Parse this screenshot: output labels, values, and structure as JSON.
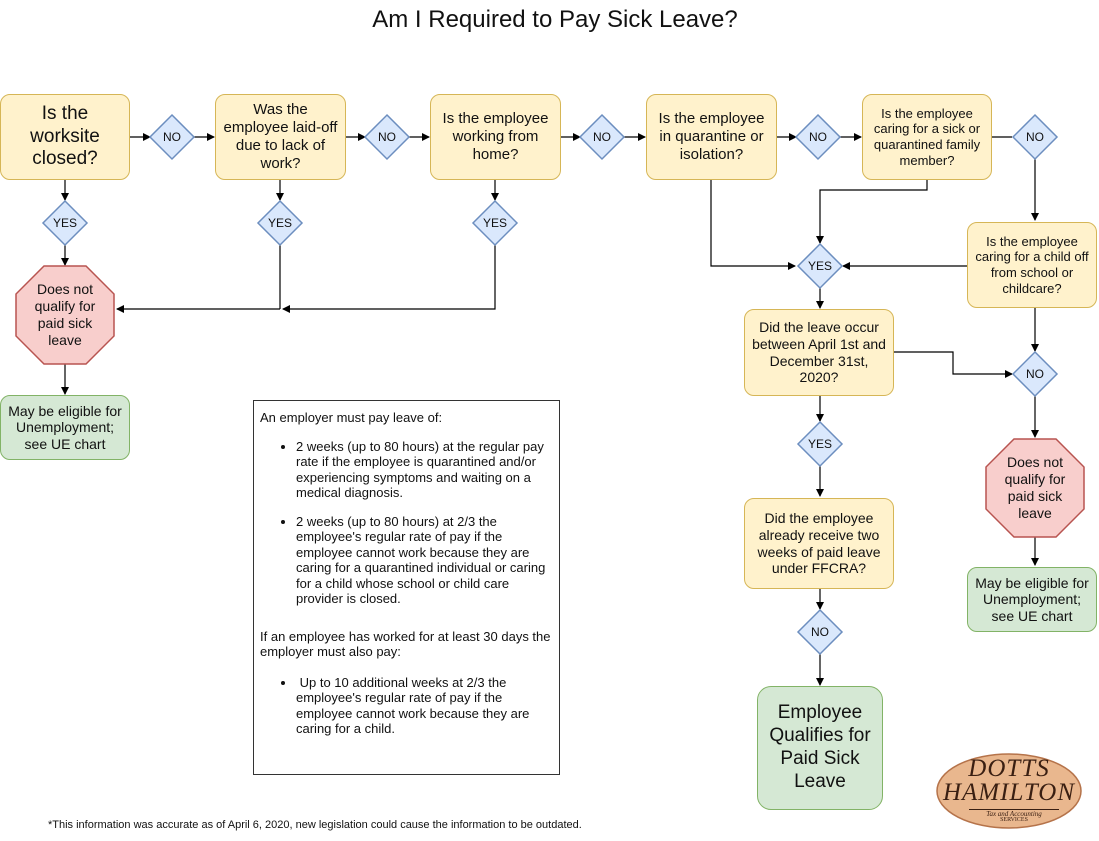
{
  "title": "Am I Required to Pay Sick Leave?",
  "nodes": {
    "worksite_closed": "Is the worksite closed?",
    "laid_off": "Was the employee laid-off due to lack of work?",
    "working_home": "Is the employee working from home?",
    "quarantine": "Is the employee in quarantine or isolation?",
    "caring_family": "Is the employee caring for a sick or quarantined family member?",
    "caring_child": "Is the employee caring for a child off from school or childcare?",
    "leave_dates": "Did the leave occur between April 1st and December 31st, 2020?",
    "already_received": "Did the employee already receive two weeks of paid leave under FFCRA?",
    "qualifies": "Employee Qualifies for Paid Sick Leave",
    "not_qualify_left": "Does not qualify for paid sick leave",
    "not_qualify_right": "Does not qualify for paid sick leave",
    "ue_left": "May be eligible for Unemployment; see UE chart",
    "ue_right": "May be eligible for Unemployment; see UE chart"
  },
  "labels": {
    "yes": "YES",
    "no": "NO"
  },
  "info_box": {
    "intro": "An employer must pay leave of:",
    "bullets": [
      "2 weeks (up to 80 hours) at the regular pay rate if the employee is quarantined and/or experiencing symptoms and waiting on a medical diagnosis.",
      "2 weeks (up to 80 hours) at 2/3 the employee's regular rate of pay if the employee cannot work because they are caring for a quarantined individual or caring for a child whose school or child care provider is closed."
    ],
    "intro2": "If an employee has worked for at least 30 days the employer must also pay:",
    "bullets2": [
      " Up to 10 additional weeks at 2/3 the employee's regular rate of pay if the employee cannot work because they are caring for a child."
    ]
  },
  "footnote": "*This information was accurate as of April 6, 2020, new legislation could cause the information to be outdated.",
  "logo": {
    "line1": "DOTTS",
    "line2": "HAMILTON",
    "line3": "Tax and Accounting",
    "line4": "SERVICES"
  },
  "colors": {
    "question_fill": "#fff2cc",
    "question_border": "#d6b656",
    "result_fill": "#d5e8d4",
    "result_border": "#82b366",
    "stop_fill": "#f8cecc",
    "stop_border": "#b85450",
    "diamond_fill": "#dae8fc",
    "diamond_border": "#6c8ebf"
  }
}
